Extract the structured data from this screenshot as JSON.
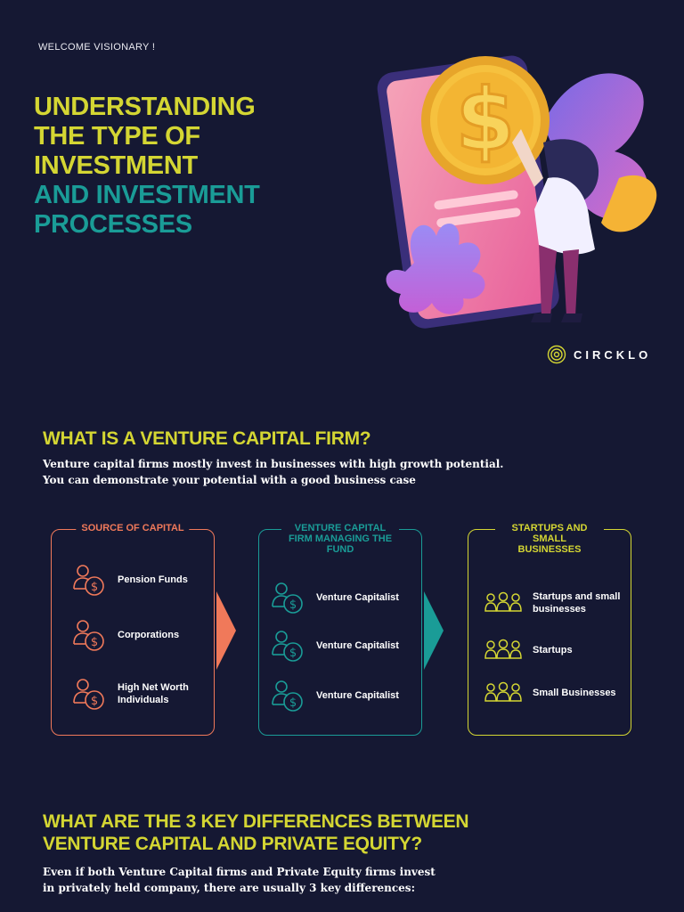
{
  "header": {
    "welcome": "WELCOME VISIONARY !",
    "title_lines_yellow": [
      "UNDERSTANDING",
      "THE TYPE OF",
      "INVESTMENT"
    ],
    "title_lines_teal": [
      "AND INVESTMENT",
      "PROCESSES"
    ]
  },
  "brand": {
    "name": "CIRCKLO"
  },
  "section1": {
    "heading": "WHAT IS A VENTURE CAPITAL FIRM?",
    "paragraph_lines": [
      "Venture capital firms mostly invest in businesses with high growth potential.",
      "You can demonstrate your potential with a good business case"
    ]
  },
  "flow": {
    "source": {
      "title": "SOURCE OF CAPITAL",
      "color": "#f0795a",
      "items": [
        "Pension Funds",
        "Corporations",
        "High Net Worth Individuals"
      ]
    },
    "vc": {
      "title": "VENTURE CAPITAL FIRM MANAGING THE FUND",
      "color": "#1a9c97",
      "items": [
        "Venture Capitalist",
        "Venture Capitalist",
        "Venture Capitalist"
      ]
    },
    "startups": {
      "title": "STARTUPS AND SMALL BUSINESSES",
      "color": "#d4d633",
      "items": [
        "Startups and small businesses",
        "Startups",
        "Small Businesses"
      ]
    }
  },
  "section2": {
    "heading_lines": [
      "WHAT ARE THE 3 KEY DIFFERENCES BETWEEN",
      "VENTURE CAPITAL AND PRIVATE EQUITY?"
    ],
    "paragraph_lines": [
      "Even if both Venture Capital firms and Private Equity firms invest",
      "in privately held company, there are usually 3 key differences:"
    ]
  },
  "colors": {
    "background": "#151833",
    "yellow": "#d4d633",
    "teal": "#1a9c97",
    "orange": "#f0795a"
  }
}
